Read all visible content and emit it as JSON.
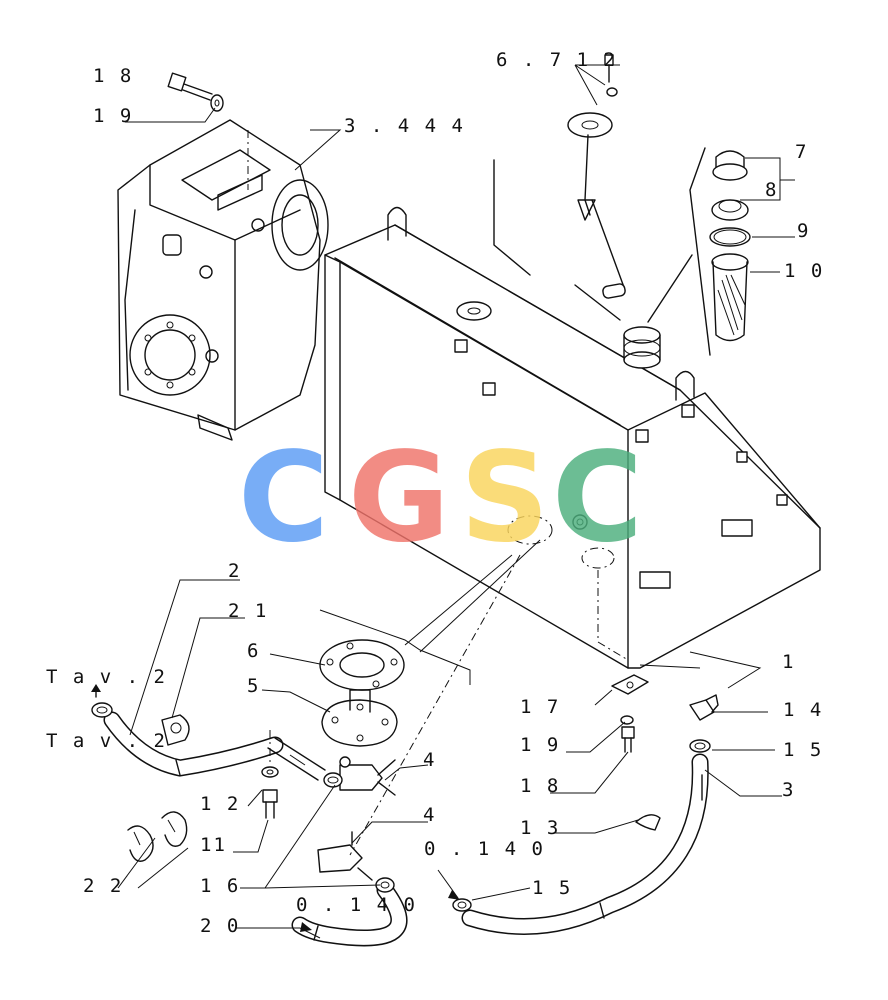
{
  "labels": {
    "l18a": "1 8",
    "l19a": "1 9",
    "l3444": "3 . 4 4 4",
    "l6712": "6 . 7 1 2",
    "l7": "7",
    "l8": "8",
    "l9": "9",
    "l10": "1 0",
    "l2": "2",
    "l21": "2 1",
    "l6": "6",
    "l5": "5",
    "tav1": "T a v . 2",
    "tav2": "T a v . 2",
    "l4a": "4",
    "l4b": "4",
    "l1": "1",
    "l17": "1 7",
    "l19b": "1 9",
    "l18b": "1 8",
    "l14": "1 4",
    "l15a": "1 5",
    "l3": "3",
    "l12": "1 2",
    "l11": "11",
    "l13": "1 3",
    "l0140a": "0 . 1 4 0",
    "l15b": "1 5",
    "l22": "2 2",
    "l16": "1 6",
    "l0140b": "0 . 1 4 0",
    "l20": "2 0"
  },
  "watermark": {
    "letters": [
      "C",
      "G",
      "S",
      "C"
    ],
    "colors": [
      "#5b9cf5",
      "#f0736a",
      "#fad55c",
      "#4caf7d"
    ]
  }
}
